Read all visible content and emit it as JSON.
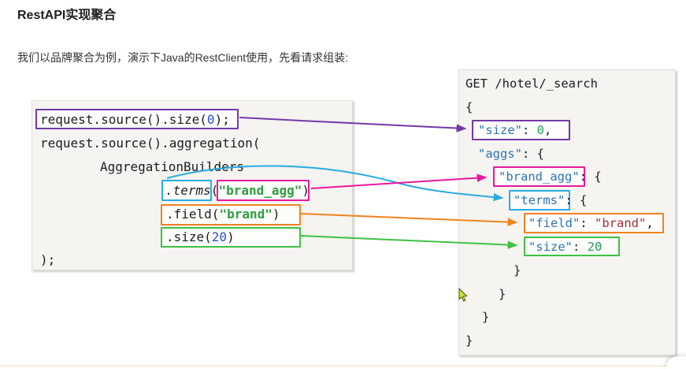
{
  "title": "RestAPI实现聚合",
  "subtitle": "我们以品牌聚合为例，演示下Java的RestClient使用，先看请求组装:",
  "java": {
    "l1a": "request.source().size(",
    "l1b": "0",
    "l1c": ");",
    "l2": "request.source().aggregation(",
    "l3": "AggregationBuilders",
    "l4a": ".terms",
    "l4b": "(",
    "l4c": "\"brand_agg\"",
    "l4d": ")",
    "l5a": ".field(",
    "l5b": "\"brand\"",
    "l5c": ")",
    "l6a": ".size(",
    "l6b": "20",
    "l6c": ")",
    "l7": ");"
  },
  "dsl": {
    "l1": "GET /hotel/_search",
    "l2": "{",
    "l3a": "\"size\"",
    "l3b": ": ",
    "l3c": "0",
    "l3d": ",",
    "l4a": "\"aggs\"",
    "l4b": ": {",
    "l5a": "\"brand_agg\"",
    "l5b": ": {",
    "l6a": "\"terms\"",
    "l6b": ": {",
    "l7a": "\"field\"",
    "l7b": ": ",
    "l7c": "\"brand\"",
    "l7d": ",",
    "l8a": "\"size\"",
    "l8b": ": ",
    "l8c": "20",
    "l9": "}",
    "l10": "}",
    "l11": "}",
    "l12": "}"
  },
  "colors": {
    "annotation_purple": "#7239a8",
    "annotation_cyan": "#29abe2",
    "annotation_magenta": "#e9189e",
    "annotation_orange": "#f0831e",
    "annotation_green": "#3fc145",
    "json_key_blue": "#2e75b3",
    "json_number_green": "#2b9a5b",
    "json_string_red": "#a03036",
    "code_number_blue": "#2b50d0",
    "code_literal_green": "#2e9e3e"
  }
}
